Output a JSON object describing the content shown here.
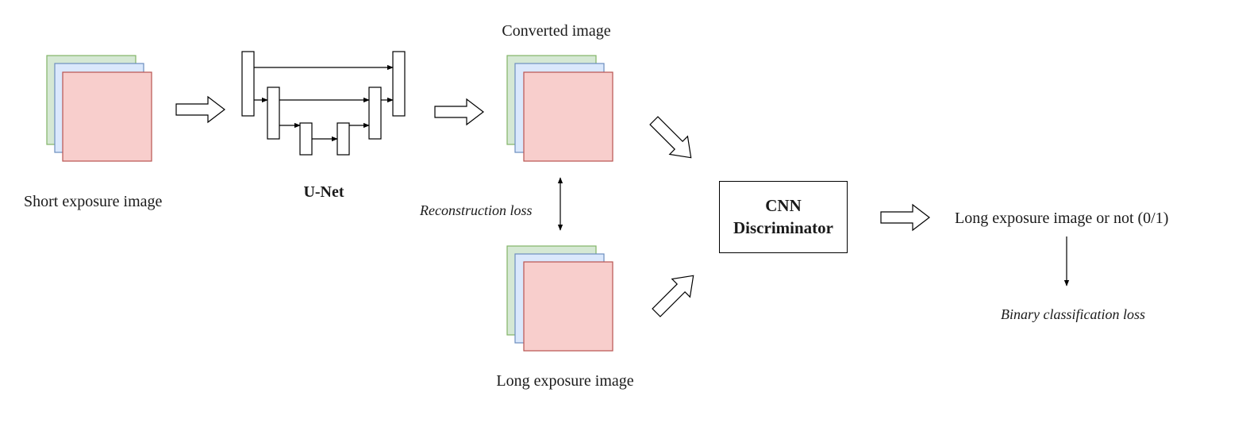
{
  "labels": {
    "short_exposure": "Short exposure image",
    "unet": "U-Net",
    "converted": "Converted image",
    "reconstruction_loss": "Reconstruction loss",
    "long_exposure": "Long exposure image",
    "discriminator_line1": "CNN",
    "discriminator_line2": "Discriminator",
    "output": "Long exposure image or not (0/1)",
    "binary_loss": "Binary classification loss"
  },
  "colors": {
    "green_layer_fill": "#d5e8d4",
    "green_layer_stroke": "#82b366",
    "blue_layer_fill": "#dae8fc",
    "blue_layer_stroke": "#6c8ebf",
    "red_layer_fill": "#f8cecc",
    "red_layer_stroke": "#b85450"
  }
}
